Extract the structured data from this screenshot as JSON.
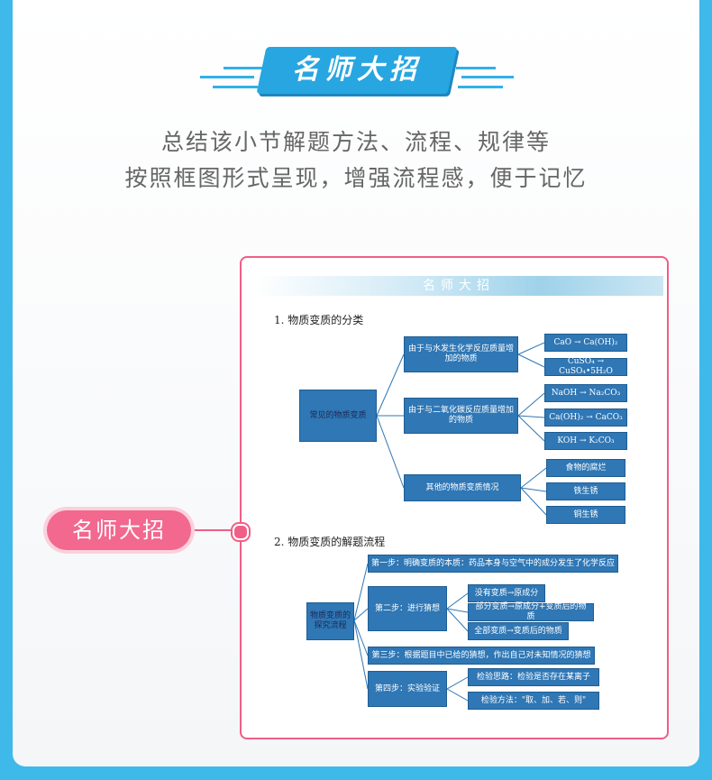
{
  "header": {
    "banner_title": "名师大招",
    "subtitle_line1": "总结该小节解题方法、流程、规律等",
    "subtitle_line2": "按照框图形式呈现，增强流程感，便于记忆"
  },
  "callout": {
    "label": "名师大招"
  },
  "excerpt": {
    "header_title": "名师大招",
    "section1": {
      "title": "1. 物质变质的分类",
      "root": "常见的物质变质",
      "branch1": "由于与水发生化学反应质量增加的物质",
      "branch1_leaves": [
        "CaO → Ca(OH)₂",
        "CuSO₄ → CuSO₄•5H₂O"
      ],
      "branch2": "由于与二氧化碳反应质量增加的物质",
      "branch2_leaves": [
        "NaOH → Na₂CO₃",
        "Ca(OH)₂ → CaCO₃",
        "KOH → K₂CO₃"
      ],
      "branch3": "其他的物质变质情况",
      "branch3_leaves": [
        "食物的腐烂",
        "铁生锈",
        "铜生锈"
      ]
    },
    "section2": {
      "title": "2. 物质变质的解题流程",
      "root": "物质变质的探究流程",
      "step1": "第一步：明确变质的本质：药品本身与空气中的成分发生了化学反应",
      "step2": "第二步：进行猜想",
      "step2_leaves": [
        "没有变质→原成分",
        "部分变质→原成分+变质后的物质",
        "全部变质→变质后的物质"
      ],
      "step3": "第三步：根据题目中已给的猜想，作出自己对未知情况的猜想",
      "step4": "第四步：实验验证",
      "step4_leaves": [
        "检验思路：检验是否存在某离子",
        "检验方法：\"取、加、若、则\""
      ]
    }
  },
  "colors": {
    "accent_blue": "#27a6e1",
    "accent_pink": "#ef5f86",
    "box_blue": "#2f77b5"
  }
}
